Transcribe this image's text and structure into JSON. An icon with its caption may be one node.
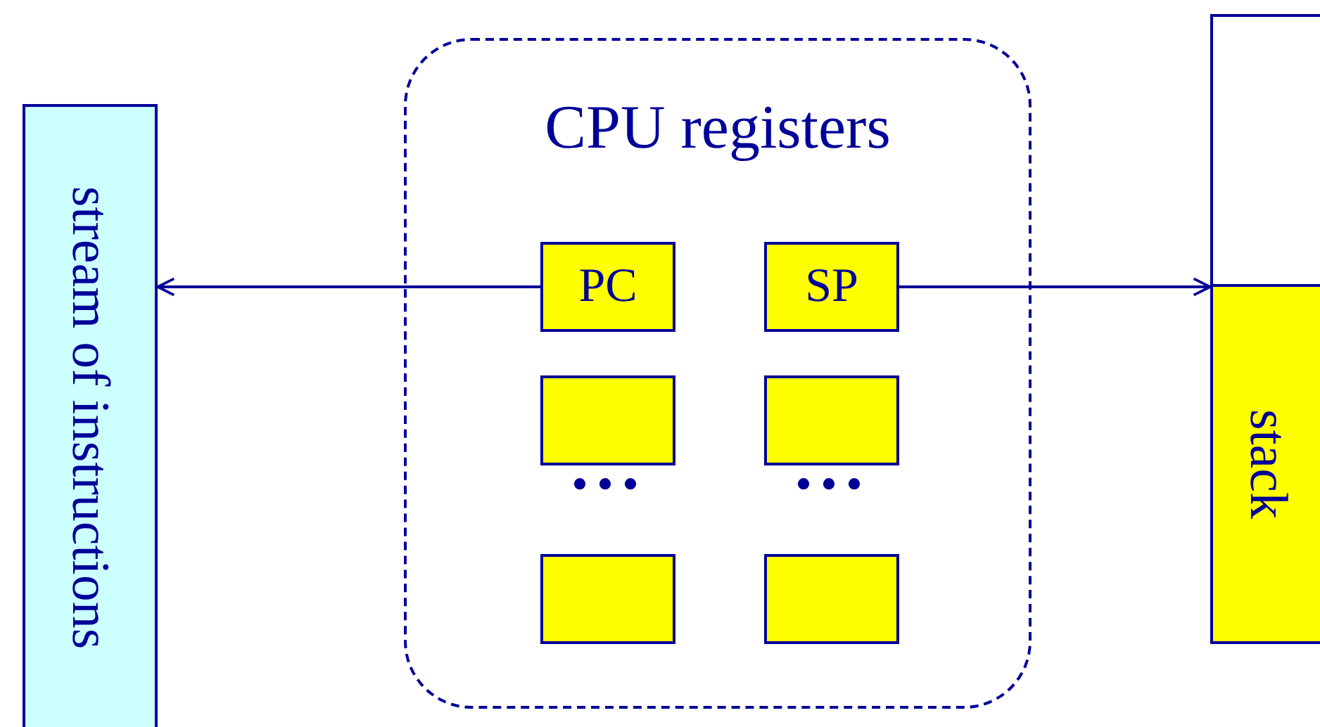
{
  "diagram": {
    "nodes": [
      {
        "text": [
          "stream of instructions"
        ]
      },
      {
        "text": [
          "CPU registers"
        ]
      },
      {
        "text": [
          "PC"
        ],
        "in": 1
      },
      {
        "text": [
          "SP"
        ],
        "in": 1
      },
      {
        "text": [],
        "shape": "box",
        "in": 1
      },
      {
        "text": [],
        "shape": "box",
        "in": 1
      },
      {
        "text": [],
        "shape": "box",
        "in": 1
      },
      {
        "text": [],
        "shape": "box",
        "in": 1
      },
      {
        "text": [],
        "shape": "box"
      },
      {
        "text": [
          "stack"
        ],
        "in": 8
      }
    ],
    "edges": [
      {
        "from": 2,
        "to": 0,
        "arrow": "to"
      },
      {
        "from": 3,
        "to": 9,
        "arrow": "to"
      }
    ],
    "labels": [
      "• • •",
      "• • •"
    ]
  }
}
